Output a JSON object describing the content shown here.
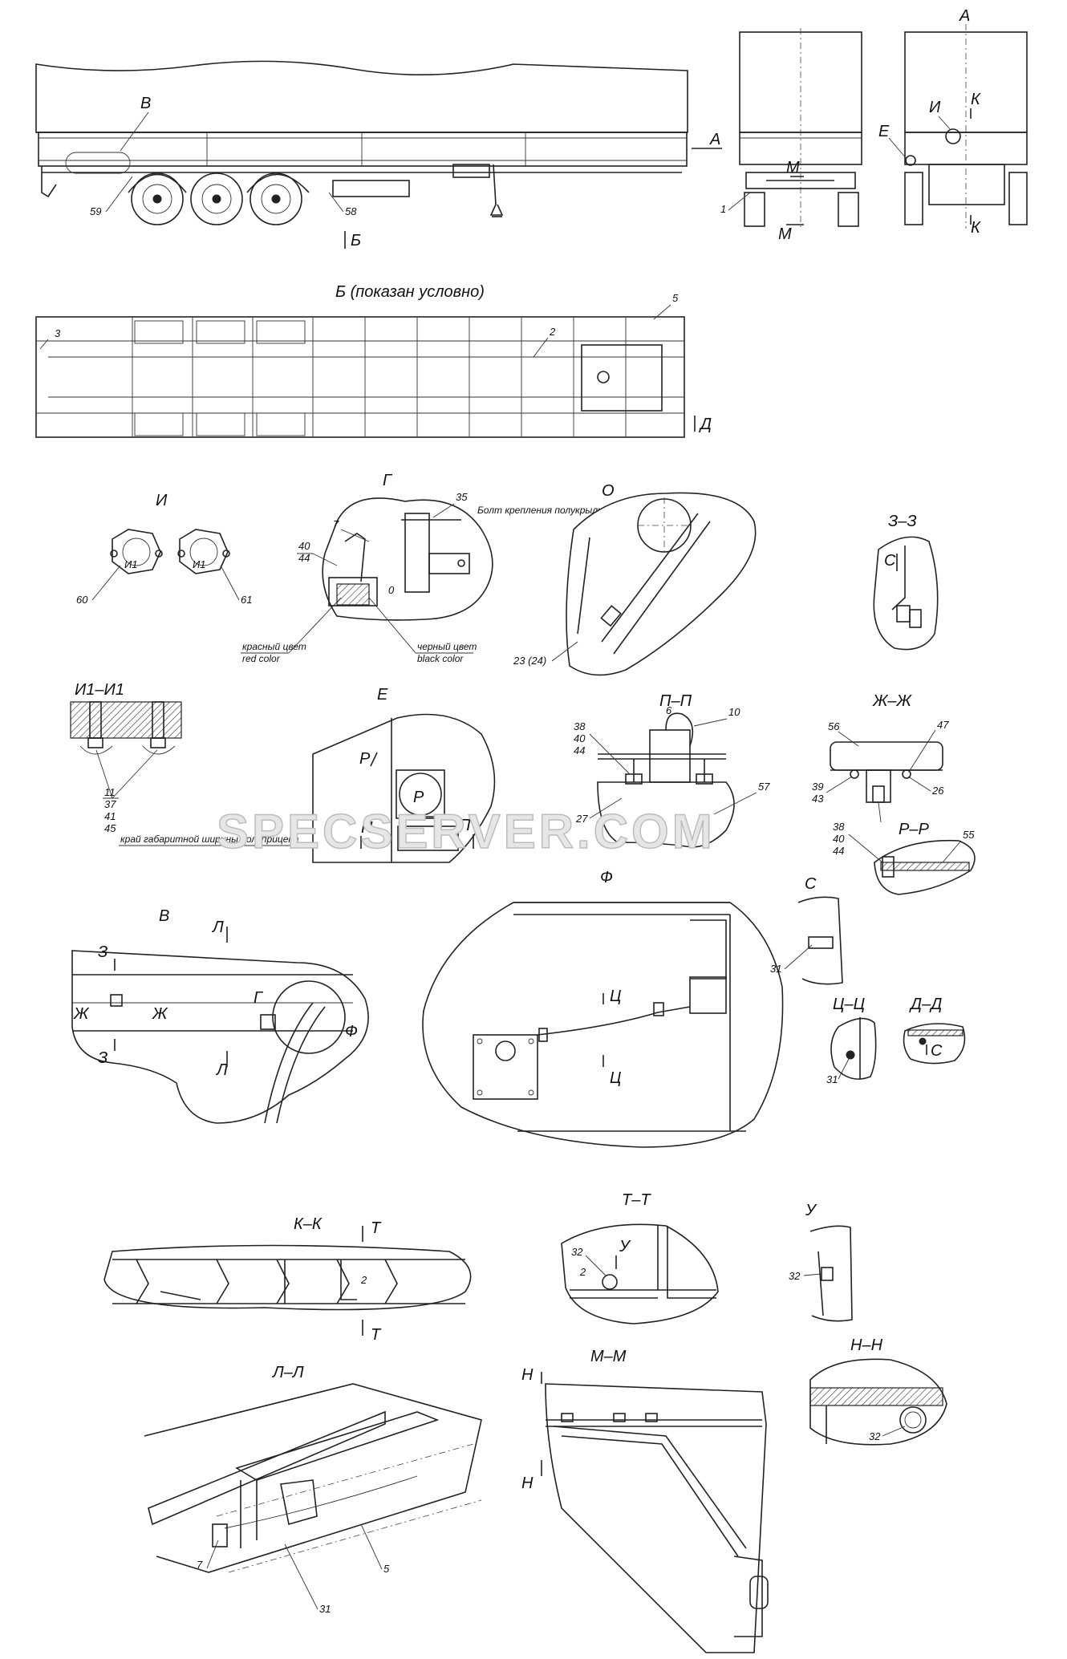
{
  "watermark": "SPECSERVER.COM",
  "views": {
    "side_B": "В",
    "arrow_A": "А",
    "arrow_B": "Б",
    "arrow_M": "М",
    "arrow_I": "И",
    "arrow_K": "К",
    "arrow_E": "Е",
    "bottom_view_title": "Б (показан условно)",
    "arrow_D": "Д",
    "view_I": "И",
    "view_G": "Г",
    "view_O": "О",
    "view_ZZ": "З–З",
    "view_I1I1": "И1–И1",
    "view_E": "Е",
    "view_PP": "П–П",
    "view_ZhZh": "Ж–Ж",
    "view_RR": "Р–Р",
    "view_V": "В",
    "view_F": "Ф",
    "view_S": "С",
    "view_TsTs": "Ц–Ц",
    "view_DD": "Д–Д",
    "view_KK": "К–К",
    "view_TT": "Т–Т",
    "view_U": "У",
    "view_LL": "Л–Л",
    "view_MM": "М–М",
    "view_NN": "Н–Н"
  },
  "section_marks": {
    "I1": "И1",
    "P": "П",
    "R": "Р",
    "S": "С",
    "L": "Л",
    "Z": "З",
    "Zh": "Ж",
    "G": "Г",
    "F": "Ф",
    "Ts": "Ц",
    "T": "Т",
    "U": "У",
    "N": "Н",
    "O": "0"
  },
  "numbers": {
    "n1": "1",
    "n2": "2",
    "n3": "3",
    "n5": "5",
    "n6": "6",
    "n7": "7",
    "n10": "10",
    "n11": "11",
    "n23": "23 (24)",
    "n26": "26",
    "n27": "27",
    "n31": "31",
    "n32": "32",
    "n35": "35",
    "n37": "37",
    "n38": "38",
    "n39": "39",
    "n40": "40",
    "n41": "41",
    "n43": "43",
    "n44": "44",
    "n45": "45",
    "n47": "47",
    "n55": "55",
    "n56": "56",
    "n57": "57",
    "n58": "58",
    "n59": "59",
    "n60": "60",
    "n61": "61"
  },
  "notes": {
    "bolt": "Болт крепления полукрылка",
    "red_ru": "красный цвет",
    "red_en": "red color",
    "black_ru": "черный цвет",
    "black_en": "black color",
    "edge": "край габаритной ширины полуприцепа"
  }
}
